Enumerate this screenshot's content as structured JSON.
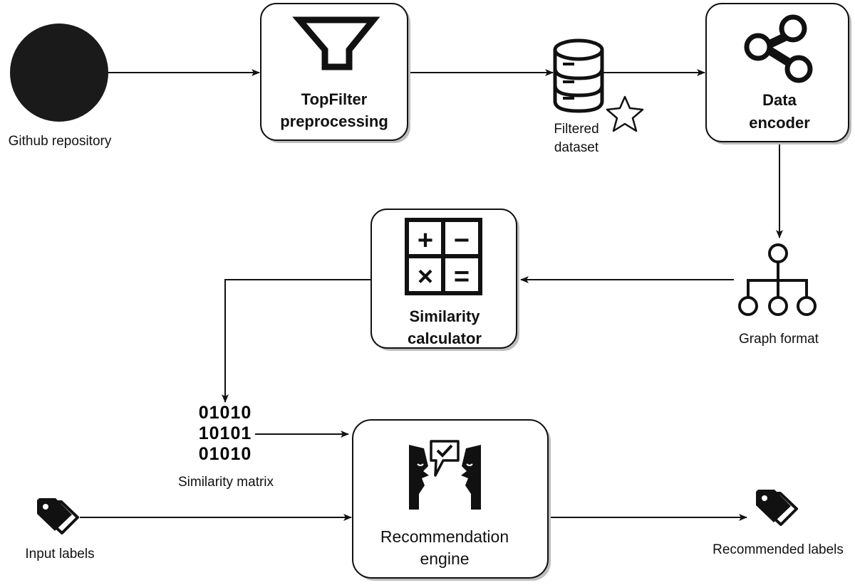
{
  "nodes": {
    "github": {
      "label": "Github repository"
    },
    "topfilter": {
      "line1": "TopFilter",
      "line2": "preprocessing"
    },
    "filtered": {
      "line1": "Filtered",
      "line2": "dataset"
    },
    "encoder": {
      "line1": "Data",
      "line2": "encoder"
    },
    "graph": {
      "label": "Graph format"
    },
    "similarity_calc": {
      "line1": "Similarity",
      "line2": "calculator"
    },
    "matrix": {
      "label": "Similarity matrix",
      "bits": [
        "01010",
        "10101",
        "01010"
      ]
    },
    "engine": {
      "line1": "Recommendation",
      "line2": "engine"
    },
    "input_labels": {
      "label": "Input labels"
    },
    "recommended": {
      "label": "Recommended labels"
    }
  },
  "calculator_symbols": [
    "+",
    "−",
    "×",
    "="
  ],
  "icons": {
    "github": "filled-circle",
    "topfilter": "funnel-icon",
    "filtered": "database-icon",
    "star": "star-icon",
    "encoder": "share-icon",
    "graph": "hierarchy-icon",
    "calculator": "calculator-icon",
    "matrix": "binary-icon",
    "engine": "faces-check-icon",
    "tags": "tag-icon"
  }
}
